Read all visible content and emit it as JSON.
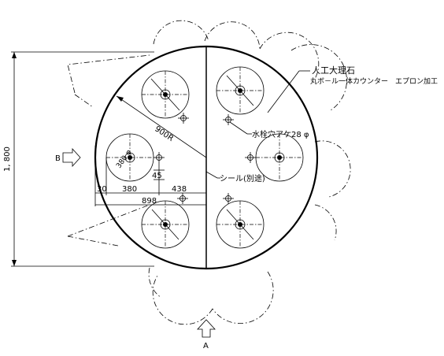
{
  "labels": {
    "material_line1": "人工大理石",
    "material_line2": "丸ボ－ル一体カウンター　エプロン加工",
    "radius": "900R",
    "faucet_hole": "水栓穴アケ28 φ",
    "seal": "シール(別途)",
    "bowl_dia": "380 φ",
    "overall_height": "1, 800",
    "view_a": "A",
    "view_b": "B"
  },
  "dimensions": {
    "d30": "30",
    "d380": "380",
    "d438": "438",
    "d898": "898",
    "d45": "45"
  }
}
